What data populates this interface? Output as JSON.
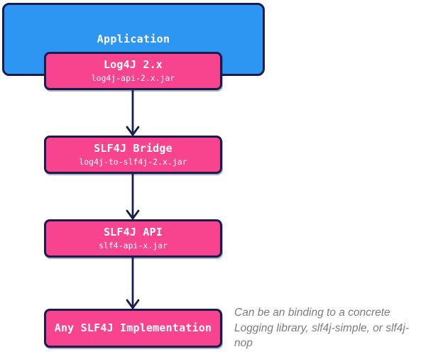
{
  "palette": {
    "blue_fill": "#2D96F2",
    "pink_fill": "#F8448F",
    "outline": "#1A1B4E",
    "box_text": "#FFFFFF",
    "note_text": "#7C7C7C",
    "canvas_bg": "#FFFFFF"
  },
  "application": {
    "title": "Application"
  },
  "nodes": [
    {
      "title": "Log4J 2.x",
      "subtitle": "log4j-api-2.x.jar"
    },
    {
      "title": "SLF4J Bridge",
      "subtitle": "log4j-to-slf4j-2.x.jar"
    },
    {
      "title": "SLF4J API",
      "subtitle": "slf4-api-x.jar"
    },
    {
      "title": "Any SLF4J Implementation"
    }
  ],
  "note": {
    "text": "Can be an binding to a concrete Logging library, slf4j-simple, or slf4j-nop",
    "lines": [
      "Can be an binding to a concrete",
      "Logging library, slf4j-simple, or slf4j-",
      "nop"
    ]
  }
}
